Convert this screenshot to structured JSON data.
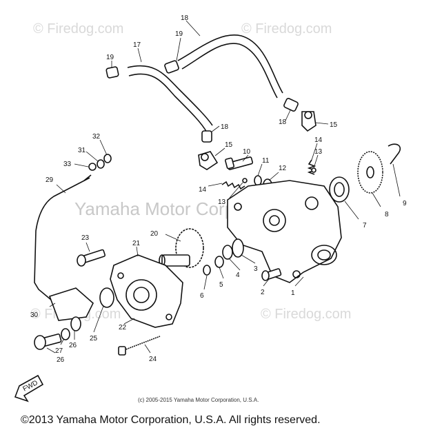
{
  "watermarks": {
    "firedog": "© Firedog.com",
    "firedog_plain": "© Firedog.com",
    "yamaha": "Yamaha Motor Corp., U.S.A."
  },
  "fwd_label": "FWD",
  "part_labels": {
    "p1": "1",
    "p2": "2",
    "p3": "3",
    "p4": "4",
    "p5": "5",
    "p6": "6",
    "p7": "7",
    "p8": "8",
    "p9": "9",
    "p10": "10",
    "p11": "11",
    "p12": "12",
    "p13a": "13",
    "p13b": "13",
    "p14a": "14",
    "p14b": "14",
    "p15a": "15",
    "p15b": "15",
    "p17": "17",
    "p18a": "18",
    "p18b": "18",
    "p18c": "18",
    "p19a": "19",
    "p19b": "19",
    "p20": "20",
    "p21": "21",
    "p22": "22",
    "p23": "23",
    "p24": "24",
    "p25": "25",
    "p26a": "26",
    "p26b": "26",
    "p27": "27",
    "p29": "29",
    "p30": "30",
    "p31": "31",
    "p32": "32",
    "p33": "33"
  },
  "copyright_small": "(c) 2005-2015 Yamaha Motor Corporation, U.S.A.",
  "copyright_main": "©2013 Yamaha Motor Corporation, U.S.A. All rights reserved."
}
